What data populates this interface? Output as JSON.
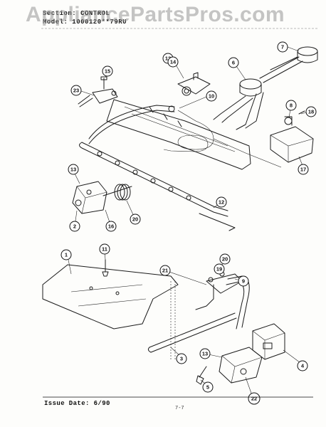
{
  "header": {
    "section_line": "Section: CONTROL",
    "model_line": "Model: 1000120**79RU"
  },
  "watermark": "AppliancePartsPros.com",
  "footer": {
    "issue_date": "Issue Date: 6/90",
    "page_mark": "7-7"
  },
  "callouts": [
    {
      "id": "c13a",
      "label": "13"
    },
    {
      "id": "c14",
      "label": "14"
    },
    {
      "id": "c7",
      "label": "7"
    },
    {
      "id": "c6",
      "label": "6"
    },
    {
      "id": "c15",
      "label": "15"
    },
    {
      "id": "c23",
      "label": "23"
    },
    {
      "id": "c10",
      "label": "10"
    },
    {
      "id": "c8",
      "label": "8"
    },
    {
      "id": "c18",
      "label": "18"
    },
    {
      "id": "c17",
      "label": "17"
    },
    {
      "id": "c13b",
      "label": "13"
    },
    {
      "id": "c12",
      "label": "12"
    },
    {
      "id": "c2",
      "label": "2"
    },
    {
      "id": "c16",
      "label": "16"
    },
    {
      "id": "c20a",
      "label": "20"
    },
    {
      "id": "c1",
      "label": "1"
    },
    {
      "id": "c11",
      "label": "11"
    },
    {
      "id": "c20b",
      "label": "20"
    },
    {
      "id": "c21",
      "label": "21"
    },
    {
      "id": "c19",
      "label": "19"
    },
    {
      "id": "c9",
      "label": "9"
    },
    {
      "id": "c3",
      "label": "3"
    },
    {
      "id": "c13c",
      "label": "13"
    },
    {
      "id": "c4",
      "label": "4"
    },
    {
      "id": "c5",
      "label": "5"
    },
    {
      "id": "c22",
      "label": "22"
    }
  ]
}
